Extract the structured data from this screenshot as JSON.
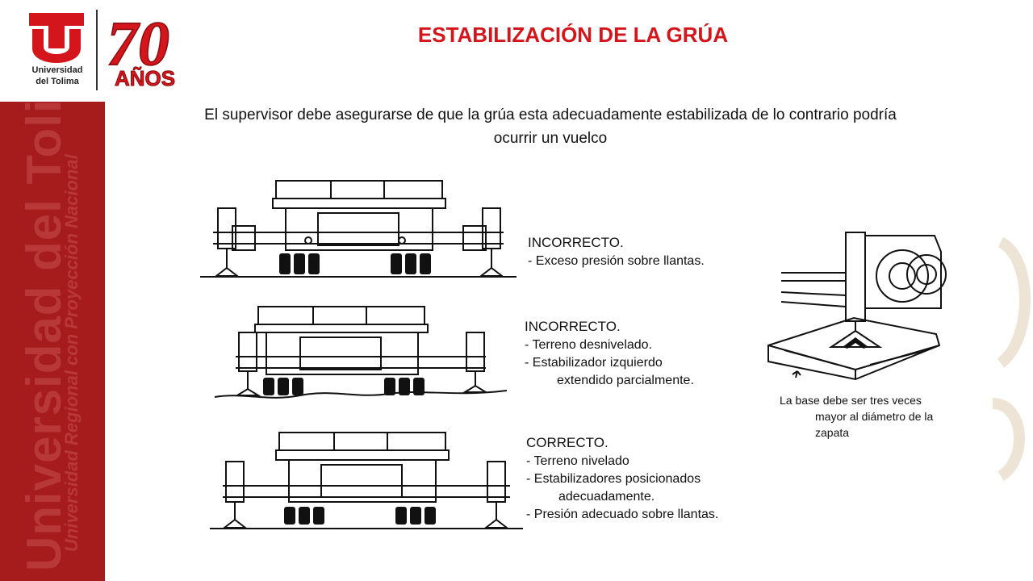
{
  "branding": {
    "university_name_line1": "Universidad",
    "university_name_line2": "del Tolima",
    "anniversary_number": "70",
    "anniversary_word": "AÑOS",
    "sidebar_title": "Universidad del Tolima",
    "sidebar_subtitle": "Universidad Regional con Proyección Nacional",
    "brand_red": "#d4161c",
    "sidebar_red": "#a61c1c"
  },
  "slide": {
    "title": "ESTABILIZACIÓN DE LA GRÚA",
    "intro": "El supervisor debe asegurarse de que la grúa esta adecuadamente estabilizada de lo contrario podría ocurrir un vuelco"
  },
  "figures": [
    {
      "heading": "INCORRECTO.",
      "lines": [
        "- Exceso presión sobre llantas."
      ]
    },
    {
      "heading": "INCORRECTO.",
      "lines": [
        "- Terreno desnivelado.",
        "- Estabilizador izquierdo",
        "extendido parcialmente."
      ]
    },
    {
      "heading": "CORRECTO.",
      "lines": [
        "- Terreno nivelado",
        "- Estabilizadores posicionados",
        "adecuadamente.",
        "- Presión adecuado sobre llantas."
      ]
    }
  ],
  "base_note": {
    "line1": "La base debe ser tres veces",
    "line2": "mayor al diámetro de la",
    "line3": "zapata"
  }
}
